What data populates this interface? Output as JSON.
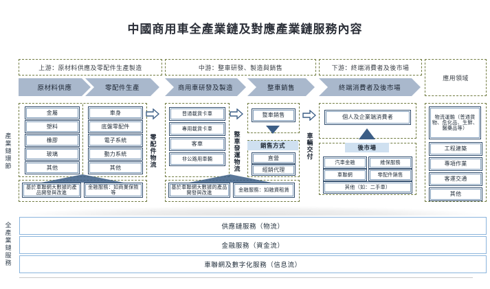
{
  "title": "中國商用車全產業鏈及對應產業鏈服務內容",
  "vertical_labels": {
    "chain_stage": "產業鏈環節",
    "full_chain_service": "全產業鏈服務",
    "parts_logistics": "零配件物流",
    "vehicle_logistics": "整車發運物流",
    "vehicle_delivery": "車輛交付"
  },
  "stage_headers": [
    {
      "id": "upstream",
      "label": "上游：原材料供應及零配件生產製造"
    },
    {
      "id": "midstream",
      "label": "中游：整車研發、製造與銷售"
    },
    {
      "id": "downstream",
      "label": "下游：終端消費者及後市場"
    },
    {
      "id": "application",
      "label": "應用領域"
    }
  ],
  "chevrons": [
    {
      "id": "raw-material-supply",
      "label": "原材料供應"
    },
    {
      "id": "parts-production",
      "label": "零配件生產"
    },
    {
      "id": "commercial-vehicle-rnd",
      "label": "商用車研發及製造"
    },
    {
      "id": "vehicle-sales",
      "label": "整車銷售"
    },
    {
      "id": "end-consumer-aftermarket",
      "label": "終端消費者及後市場"
    }
  ],
  "columns": {
    "raw_materials": [
      "金屬",
      "塑料",
      "橡膠",
      "玻璃",
      "其他"
    ],
    "parts": [
      "車身",
      "底盤零配件",
      "電子系統",
      "動力系統",
      "其他"
    ],
    "vehicles": [
      "普通載貨卡車",
      "專用載貨卡車",
      "客車",
      "非公路用車輛"
    ],
    "sales": [
      "整車銷售"
    ],
    "sales_method_header": "銷售方式",
    "sales_methods": [
      "直營",
      "經銷代理"
    ],
    "consumers": [
      "個人及企業端消費者"
    ],
    "aftermarket_header": "後市場",
    "aftermarket": [
      "汽車金融",
      "維保服務",
      "車聯網",
      "零配件銷售",
      "其他（如：二手車）"
    ],
    "applications": [
      "物流運輸（普通貨物、危化品、生鮮、醫藥品等）",
      "工程建築",
      "專項作業",
      "客運交通",
      "其他"
    ]
  },
  "support_boxes": {
    "upstream": [
      "基於車聯網大數據的產品開發與改進",
      "金融服務：如商業保險等"
    ],
    "midstream": [
      "基於車聯網大數據的產品開發與改進",
      "金融服務：如融資租賃"
    ]
  },
  "service_bars": [
    "供應鏈服務（物流）",
    "金融服務（資金流）",
    "車聯網及數字化服務（信息流）"
  ],
  "colors": {
    "chevron_fill": "#a9b8cc",
    "dashed_border": "#6f7a3e",
    "box_border": "#2d4a6b",
    "header_strip": "#cfe0f0",
    "service_bar_border": "#8ab4dc",
    "arrow_fill": "#3c5e86"
  }
}
